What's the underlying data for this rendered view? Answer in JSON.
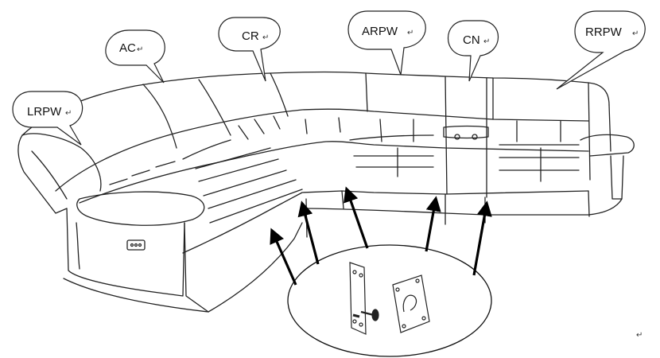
{
  "diagram": {
    "callouts": [
      {
        "id": "lrpw",
        "label": "LRPW"
      },
      {
        "id": "ac",
        "label": "AC"
      },
      {
        "id": "cr",
        "label": "CR"
      },
      {
        "id": "arpw",
        "label": "ARPW"
      },
      {
        "id": "cn",
        "label": "CN"
      },
      {
        "id": "rrpw",
        "label": "RRPW"
      }
    ],
    "return_mark": "↵",
    "connector_count": 5
  }
}
